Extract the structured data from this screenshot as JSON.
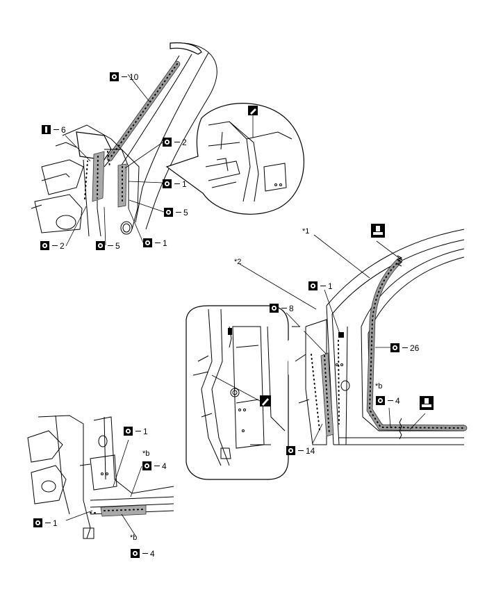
{
  "callouts": {
    "c10": {
      "num": "10"
    },
    "c6": {
      "num": "6"
    },
    "c2a": {
      "num": "2"
    },
    "c1a": {
      "num": "1"
    },
    "c5a": {
      "num": "5"
    },
    "c2b": {
      "num": "2"
    },
    "c5b": {
      "num": "5"
    },
    "c1b": {
      "num": "1"
    },
    "c1c": {
      "num": "1"
    },
    "c8": {
      "num": "8"
    },
    "c26": {
      "num": "26"
    },
    "c4a": {
      "num": "4"
    },
    "c14": {
      "num": "14"
    },
    "c1d": {
      "num": "1"
    },
    "c4b": {
      "num": "4"
    },
    "c1e": {
      "num": "1"
    },
    "c4c": {
      "num": "4"
    }
  },
  "annotations": {
    "star1": "*1",
    "star2": "*2",
    "starb1": "*b",
    "starb2": "*b",
    "starb3": "*b"
  },
  "icons": {
    "spot_weld": "spot-weld-symbol",
    "plug_weld": "plug-weld-symbol",
    "brazing": "brazing-symbol",
    "sealer_tool": "sealer-applicator-symbol"
  },
  "colors": {
    "line": "#000000",
    "sealer_band": "#a9a9a9",
    "background": "#ffffff"
  }
}
